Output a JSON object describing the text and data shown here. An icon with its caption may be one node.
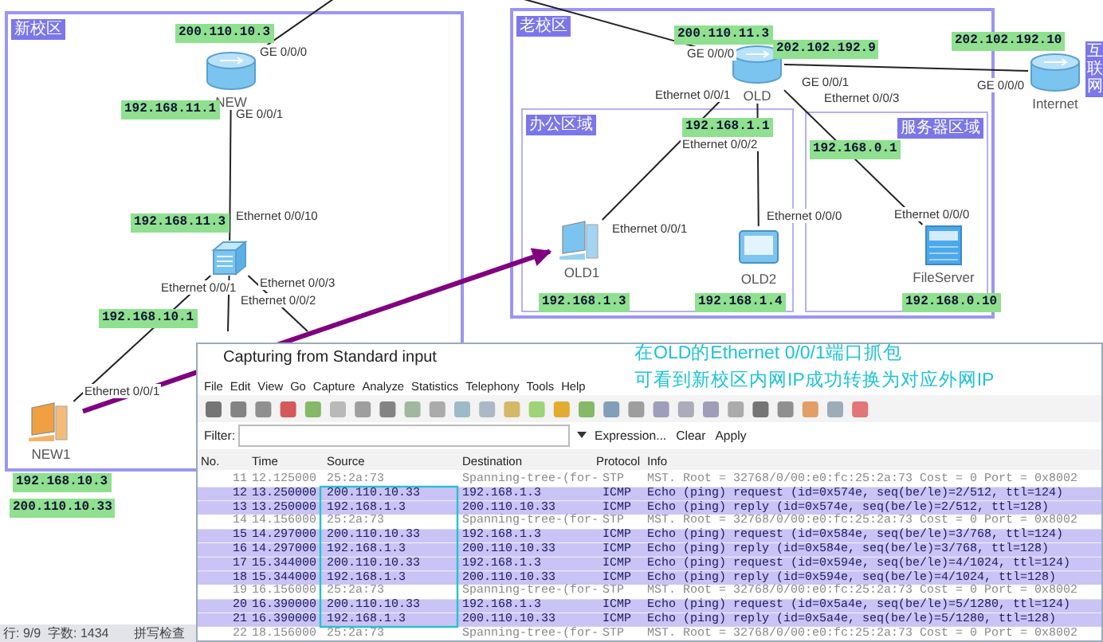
{
  "diagram": {
    "nodes": [
      {
        "text": [
          "新校区"
        ]
      },
      {
        "text": [
          "NEW"
        ],
        "in": 0
      },
      {
        "text": [],
        "shape": "picture",
        "in": 0
      },
      {
        "text": [
          "NEW1"
        ],
        "in": 0
      },
      {
        "text": [
          "老校区"
        ]
      },
      {
        "text": [
          "OLD"
        ],
        "in": 4
      },
      {
        "text": [
          "办公区域"
        ],
        "in": 4
      },
      {
        "text": [
          "OLD1"
        ],
        "in": 6
      },
      {
        "text": [
          "OLD2"
        ],
        "in": 6
      },
      {
        "text": [
          "服务器区域"
        ],
        "in": 4
      },
      {
        "text": [
          "FileServer"
        ],
        "in": 9
      },
      {
        "text": [
          "Internet"
        ],
        "beside": [
          "互联网"
        ]
      }
    ],
    "edges": [
      {
        "from": 1,
        "to": 5,
        "arrow": "none"
      },
      {
        "from": 1,
        "to": 2,
        "arrow": "none"
      },
      {
        "from": 2,
        "to": 3,
        "arrow": "none"
      },
      {
        "from": 2,
        "to": null,
        "arrow": "none"
      },
      {
        "from": 2,
        "to": null,
        "arrow": "none"
      },
      {
        "from": 5,
        "to": 7,
        "arrow": "none"
      },
      {
        "from": 5,
        "to": 8,
        "arrow": "none"
      },
      {
        "from": 5,
        "to": 10,
        "arrow": "none"
      },
      {
        "from": 5,
        "to": 11,
        "arrow": "none"
      },
      {
        "from": 3,
        "to": 7,
        "arrow": "to",
        "style": "thick",
        "color": "#800080"
      }
    ],
    "labels": [
      "200.110.10.3",
      "GE 0/0/0",
      "192.168.11.1",
      "GE 0/0/1",
      "192.168.11.3",
      "Ethernet 0/0/10",
      "Ethernet 0/0/1",
      "Ethernet 0/0/3",
      "Ethernet 0/0/2",
      "192.168.10.1",
      "Ethernet 0/0/1",
      "200.110.11.3",
      "202.102.192.9",
      "GE 0/0/0",
      "202.102.192.10",
      "Ethernet 0/0/1",
      "GE 0/0/1",
      "GE 0/0/0",
      "Ethernet 0/0/3",
      "Ethernet 0/0/2",
      "192.168.1.1",
      "192.168.0.1",
      "Ethernet 0/0/1",
      "Ethernet 0/0/0",
      "Ethernet 0/0/0",
      "192.168.1.3",
      "192.168.1.4",
      "192.168.0.10",
      "在OLD的Ethernet 0/0/1端口抓包",
      "可看到新校区内网IP成功转换为对应外网IP",
      "192.168.10.3",
      "200.110.10.33",
      "行: 9/9",
      "字数: 1434",
      "拼写检查",
      "Capturing from Standard input",
      "File",
      "Edit",
      "View",
      "Go",
      "Capture",
      "Analyze",
      "Statistics",
      "Telephony",
      "Tools",
      "Help",
      "Filter:",
      "Expression...",
      "Clear",
      "Apply",
      "No.",
      "Time",
      "Source",
      "Destination",
      "Protocol",
      "Info",
      "11",
      "12.125000",
      "25:2a:73",
      "Spanning-tree-(for-",
      "STP",
      "MST. Root = 32768/0/00:e0:fc:25:2a:73 Cost = 0 Port = 0x8002",
      "12",
      "13.250000",
      "200.110.10.33",
      "192.168.1.3",
      "ICMP",
      "Echo (ping) request (id=0x574e, seq(be/le)=2/512, ttl=124)",
      "13",
      "13.250000",
      "192.168.1.3",
      "200.110.10.33",
      "ICMP",
      "Echo (ping) reply (id=0x574e, seq(be/le)=2/512, ttl=128)",
      "14",
      "14.156000",
      "25:2a:73",
      "Spanning-tree-(for-",
      "STP",
      "MST. Root = 32768/0/00:e0:fc:25:2a:73 Cost = 0 Port = 0x8002",
      "15",
      "14.297000",
      "200.110.10.33",
      "192.168.1.3",
      "ICMP",
      "Echo (ping) request (id=0x584e, seq(be/le)=3/768, ttl=124)",
      "16",
      "14.297000",
      "192.168.1.3",
      "200.110.10.33",
      "ICMP",
      "Echo (ping) reply (id=0x584e, seq(be/le)=3/768, ttl=128)",
      "17",
      "15.344000",
      "200.110.10.33",
      "192.168.1.3",
      "ICMP",
      "Echo (ping) request (id=0x594e, seq(be/le)=4/1024, ttl=124)",
      "18",
      "15.344000",
      "192.168.1.3",
      "200.110.10.33",
      "ICMP",
      "Echo (ping) reply (id=0x594e, seq(be/le)=4/1024, ttl=128)",
      "19",
      "16.156000",
      "25:2a:73",
      "Spanning-tree-(for-",
      "STP",
      "MST. Root = 32768/0/00:e0:fc:25:2a:73 Cost = 0 Port = 0x8002",
      "20",
      "16.390000",
      "200.110.10.33",
      "192.168.1.3",
      "ICMP",
      "Echo (ping) request (id=0x5a4e, seq(be/le)=5/1280, ttl=124)",
      "21",
      "16.390000",
      "192.168.1.3",
      "200.110.10.33",
      "ICMP",
      "Echo (ping) reply (id=0x5a4e, seq(be/le)=5/1280, ttl=128)",
      "22",
      "18.156000",
      "25:2a:73",
      "Spanning-tree-(for-",
      "STP",
      "MST. Root = 32768/0/00:e0:fc:25:2a:73 Cost = 0 Port = 0x8002"
    ]
  }
}
